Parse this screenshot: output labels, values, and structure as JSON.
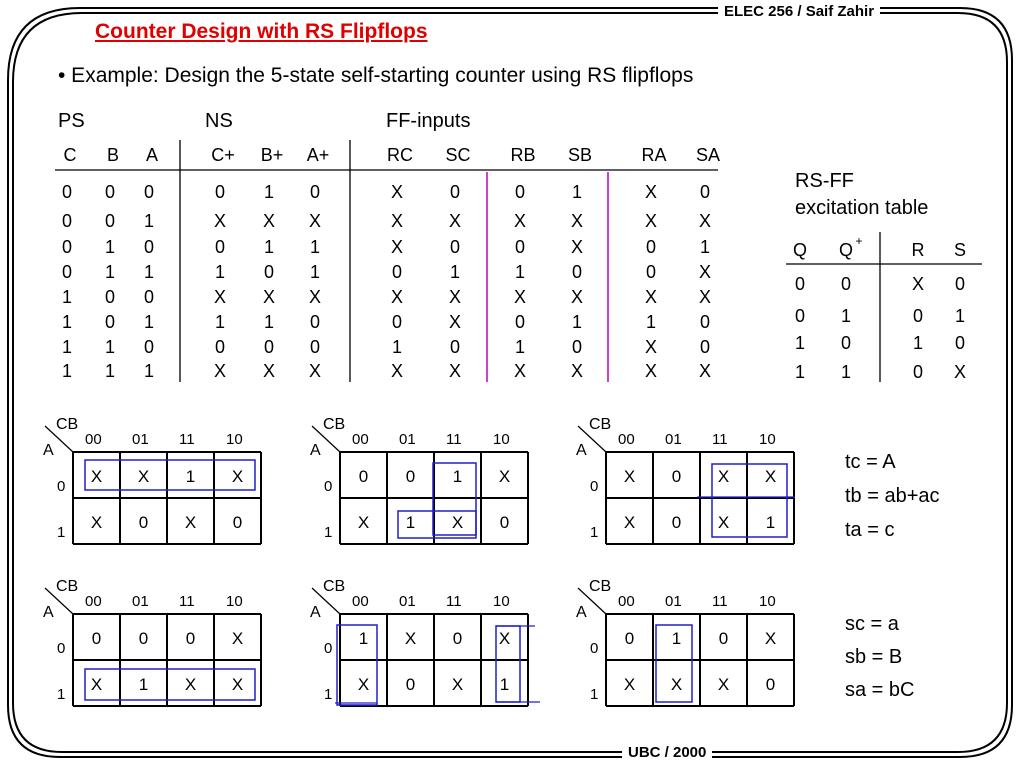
{
  "header": {
    "course": "ELEC 256 / Saif Zahir",
    "footer": "UBC / 2000"
  },
  "title": "Counter Design with RS Flipflops",
  "bullet": "• Example: Design the 5-state self-starting  counter using RS flipflops",
  "table": {
    "group_labels": {
      "ps": "PS",
      "ns": "NS",
      "ff": "FF-inputs"
    },
    "columns": [
      "C",
      "B",
      "A",
      "C+",
      "B+",
      "A+",
      "RC",
      "SC",
      "RB",
      "SB",
      "RA",
      "SA"
    ],
    "rows": [
      [
        "0",
        "0",
        "0",
        "0",
        "1",
        "0",
        "X",
        "0",
        "0",
        "1",
        "X",
        "0"
      ],
      [
        "0",
        "0",
        "1",
        "X",
        "X",
        "X",
        "X",
        "X",
        "X",
        "X",
        "X",
        "X"
      ],
      [
        "0",
        "1",
        "0",
        "0",
        "1",
        "1",
        "X",
        "0",
        "0",
        "X",
        "0",
        "1"
      ],
      [
        "0",
        "1",
        "1",
        "1",
        "0",
        "1",
        "0",
        "1",
        "1",
        "0",
        "0",
        "X"
      ],
      [
        "1",
        "0",
        "0",
        "X",
        "X",
        "X",
        "X",
        "X",
        "X",
        "X",
        "X",
        "X"
      ],
      [
        "1",
        "0",
        "1",
        "1",
        "1",
        "0",
        "0",
        "X",
        "0",
        "1",
        "1",
        "0"
      ],
      [
        "1",
        "1",
        "0",
        "0",
        "0",
        "0",
        "1",
        "0",
        "1",
        "0",
        "X",
        "0"
      ],
      [
        "1",
        "1",
        "1",
        "X",
        "X",
        "X",
        "X",
        "X",
        "X",
        "X",
        "X",
        "X"
      ]
    ]
  },
  "rs_excitation": {
    "title_line1": "RS-FF",
    "title_line2": "excitation table",
    "headers": [
      "Q",
      "Q",
      "R",
      "S"
    ],
    "q_plus_superscript": "+",
    "rows": [
      [
        "0",
        "0",
        "X",
        "0"
      ],
      [
        "0",
        "1",
        "0",
        "1"
      ],
      [
        "1",
        "0",
        "1",
        "0"
      ],
      [
        "1",
        "1",
        "0",
        "X"
      ]
    ]
  },
  "kmaps": [
    {
      "cells": [
        [
          "X",
          "X",
          "1",
          "X"
        ],
        [
          "X",
          "0",
          "X",
          "0"
        ]
      ]
    },
    {
      "cells": [
        [
          "0",
          "0",
          "1",
          "X"
        ],
        [
          "X",
          "1",
          "X",
          "0"
        ]
      ]
    },
    {
      "cells": [
        [
          "X",
          "0",
          "X",
          "X"
        ],
        [
          "X",
          "0",
          "X",
          "1"
        ]
      ]
    },
    {
      "cells": [
        [
          "0",
          "0",
          "0",
          "X"
        ],
        [
          "X",
          "1",
          "X",
          "X"
        ]
      ]
    },
    {
      "cells": [
        [
          "1",
          "X",
          "0",
          "X"
        ],
        [
          "X",
          "0",
          "X",
          "1"
        ]
      ]
    },
    {
      "cells": [
        [
          "0",
          "1",
          "0",
          "X"
        ],
        [
          "X",
          "X",
          "X",
          "0"
        ]
      ]
    }
  ],
  "kmap_labels": {
    "cb": "CB",
    "a": "A",
    "cols": [
      "00",
      "01",
      "11",
      "10"
    ],
    "rows": [
      "0",
      "1"
    ]
  },
  "equations": {
    "top": [
      "tc = A",
      "tb = ab+ac",
      "ta = c"
    ],
    "bottom": [
      "sc = a",
      "sb = B",
      "sa = bC"
    ]
  },
  "colors": {
    "title": "#e00000",
    "grouping": "#2020c8",
    "divider": "#c000c0"
  }
}
